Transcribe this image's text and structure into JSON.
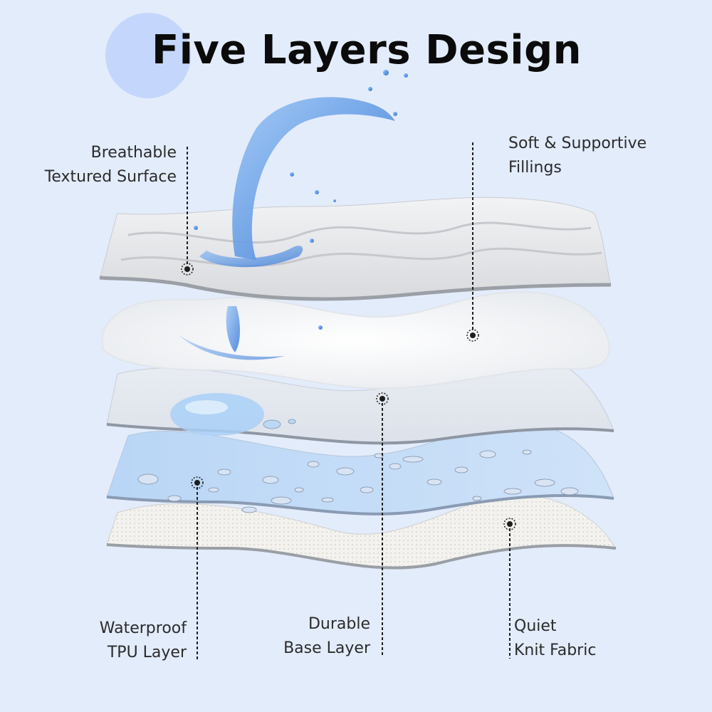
{
  "title": "Five Layers Design",
  "labels": {
    "breathable": {
      "line1": "Breathable",
      "line2": "Textured Surface"
    },
    "fillings": {
      "line1": "Soft & Supportive",
      "line2": "Fillings"
    },
    "waterproof": {
      "line1": "Waterproof",
      "line2": "TPU Layer"
    },
    "base": {
      "line1": "Durable",
      "line2": "Base Layer"
    },
    "knit": {
      "line1": "Quiet",
      "line2": "Knit Fabric"
    }
  },
  "colors": {
    "background": "#e3ecfb",
    "accent_circle": "#c4d6fb",
    "water": "#4a8fe0"
  }
}
